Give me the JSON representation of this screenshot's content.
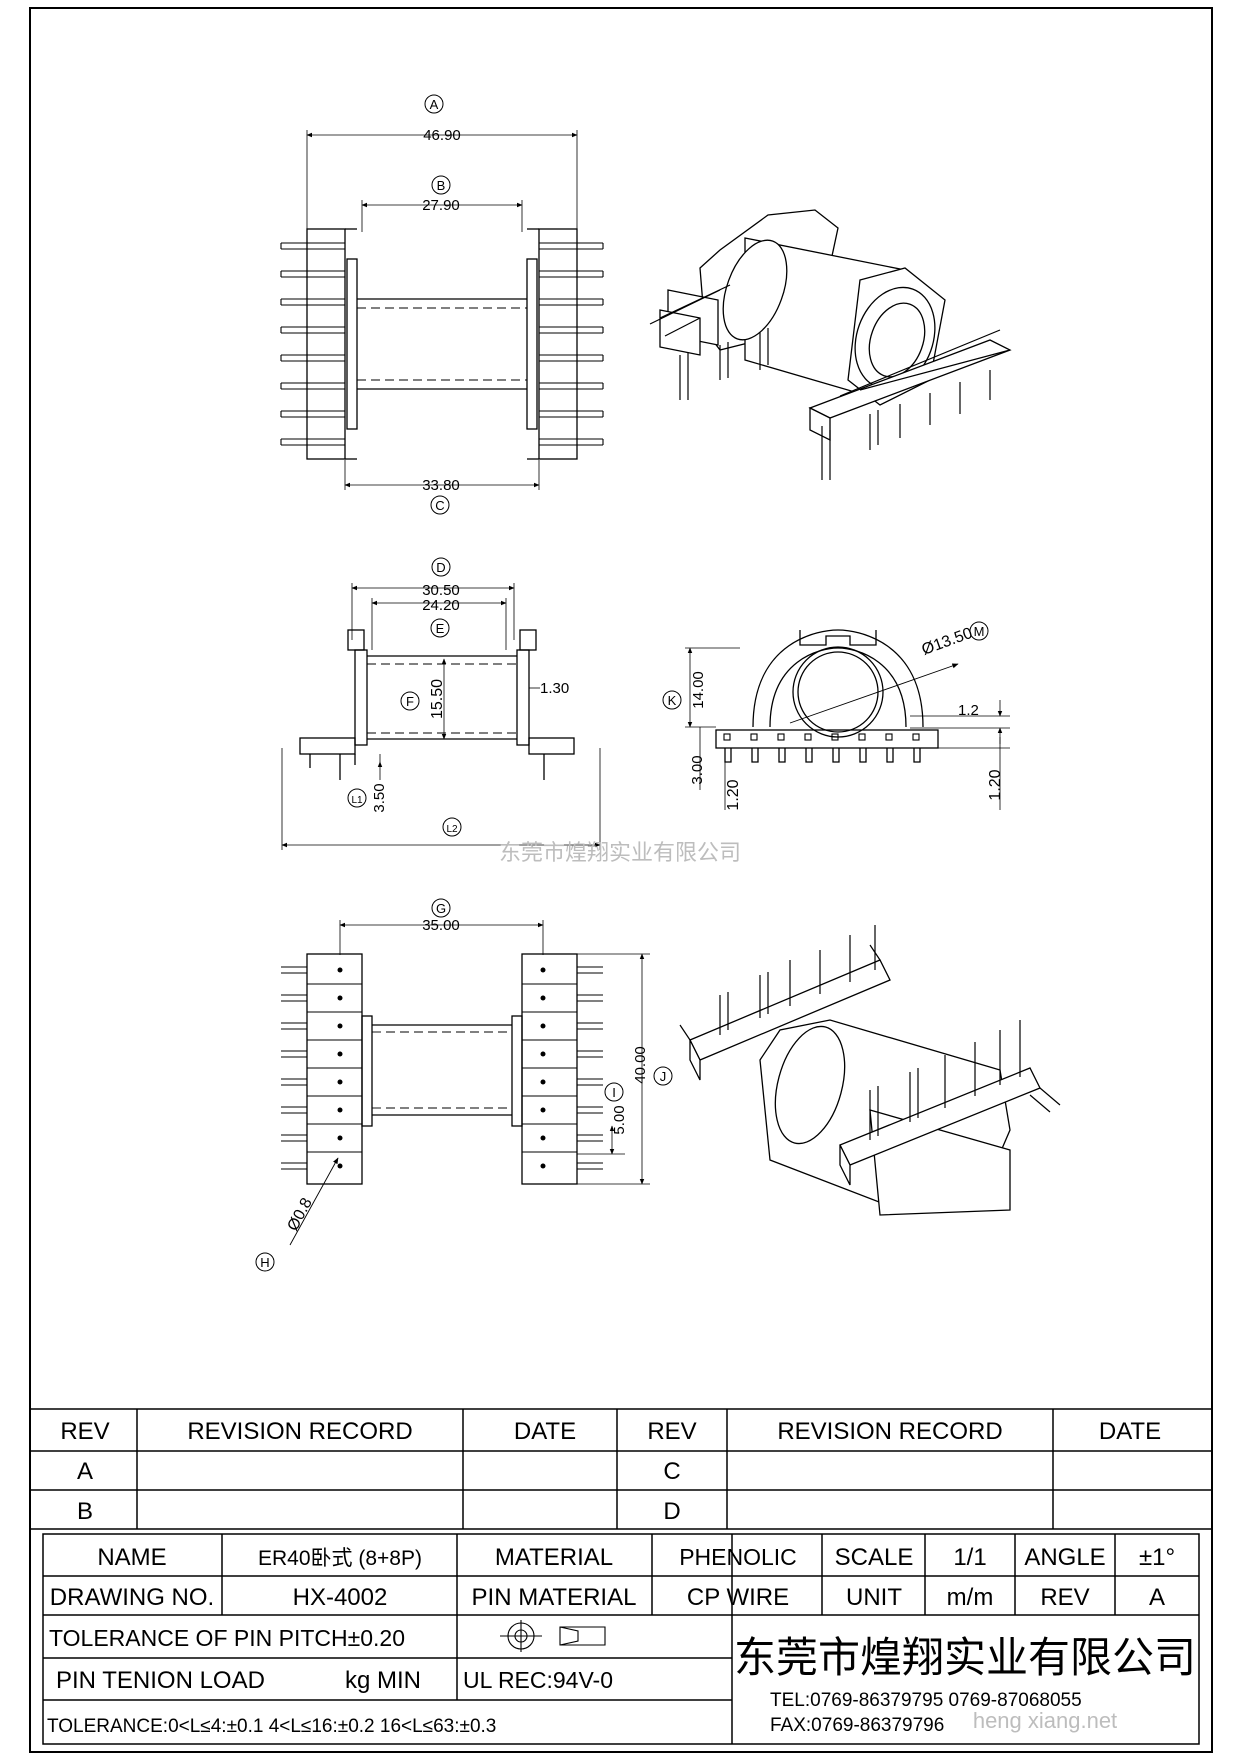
{
  "labels": {
    "A": "A",
    "B": "B",
    "C": "C",
    "D": "D",
    "E": "E",
    "F": "F",
    "G": "G",
    "H": "H",
    "I": "I",
    "J": "J",
    "K": "K",
    "L1": "L1",
    "L2": "L2",
    "M": "M"
  },
  "dims": {
    "A": "46.90",
    "B": "27.90",
    "C": "33.80",
    "D": "30.50",
    "E": "24.20",
    "F": "15.50",
    "wall": "1.30",
    "L1": "3.50",
    "diam": "Ø13.50",
    "K": "14.00",
    "pin_w": "1.2",
    "base": "3.00",
    "pin_h1": "1.20",
    "pin_h2": "1.20",
    "G": "35.00",
    "I": "5.00",
    "J": "40.00",
    "H": "Ø0.8"
  },
  "watermark": "东莞市煌翔实业有限公司",
  "revision": {
    "headers": [
      "REV",
      "REVISION RECORD",
      "DATE",
      "REV",
      "REVISION RECORD",
      "DATE"
    ],
    "rows": [
      [
        "A",
        "",
        "",
        "C",
        "",
        ""
      ],
      [
        "B",
        "",
        "",
        "D",
        "",
        ""
      ]
    ]
  },
  "title_block": {
    "name_label": "NAME",
    "name_value": "ER40卧式 (8+8P)",
    "material_label": "MATERIAL",
    "material_value": "PHENOLIC",
    "scale_label": "SCALE",
    "scale_value": "1/1",
    "angle_label": "ANGLE",
    "angle_value": "±1°",
    "drawing_no_label": "DRAWING NO.",
    "drawing_no_value": "HX-4002",
    "pin_material_label": "PIN MATERIAL",
    "pin_material_value": "CP WIRE",
    "unit_label": "UNIT",
    "unit_value": "m/m",
    "rev_label": "REV",
    "rev_value": "A",
    "tolerance_pitch": "TOLERANCE OF PIN PITCH±0.20",
    "pin_load_label": "PIN TENION LOAD",
    "pin_load_unit": "kg MIN",
    "ul_rec": "UL REC:94V-0",
    "tolerance_general": "TOLERANCE:0<L≤4:±0.1  4<L≤16:±0.2  16<L≤63:±0.3",
    "company": "东莞市煌翔实业有限公司",
    "tel": "TEL:0769-86379795   0769-87068055",
    "fax": "FAX:0769-86379796",
    "website": "heng xiang.net"
  }
}
